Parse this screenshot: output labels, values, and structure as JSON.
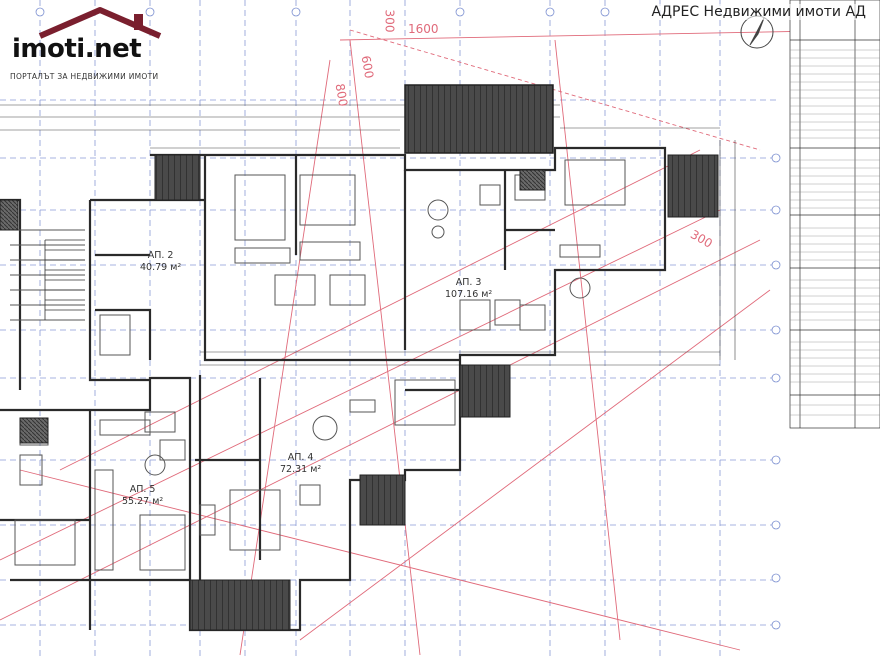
{
  "brand": {
    "name": "imoti.net",
    "tagline": "ПОРТАЛЪТ ЗА НЕДВИЖИМИ ИМОТИ",
    "logo_colors": {
      "text": "#111111",
      "roof": "#7a1f2e"
    }
  },
  "watermark": "АДРЕС Недвижими имоти АД",
  "apartments": [
    {
      "name": "АП. 2",
      "area": "40.79 м²"
    },
    {
      "name": "АП. 3",
      "area": "107.16 м²"
    },
    {
      "name": "АП. 4",
      "area": "72.31 м²"
    },
    {
      "name": "АП. 5",
      "area": "55.27 м²"
    }
  ],
  "dimensions": [
    "1600",
    "300",
    "600",
    "800",
    "300"
  ],
  "colors": {
    "grid_blue": "#7b8fd0",
    "dimension_pink": "#e06a7a",
    "wall": "#333333",
    "hatch": "#555555"
  },
  "icons": [
    "north-arrow-icon",
    "house-roof-icon"
  ]
}
